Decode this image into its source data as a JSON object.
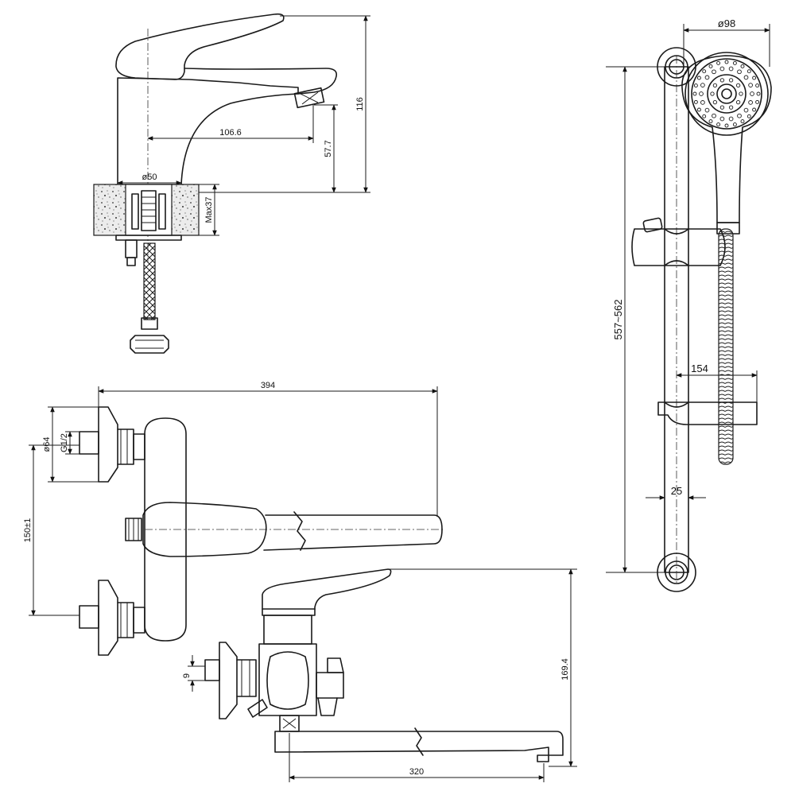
{
  "dimensions": {
    "basin_spout_reach": "106.6",
    "basin_outlet_height": "57.7",
    "basin_total_height": "116",
    "basin_base_diameter": "ø50",
    "basin_max_thickness": "Max37",
    "bath_spout_length": "394",
    "bath_inlet_diameter": "ø64",
    "bath_inlet_thread": "G1/2",
    "bath_inlet_spacing": "150±1",
    "bath_small_dim": "9",
    "bath_height": "169.4",
    "bath_spout_reach": "320",
    "shower_head_diameter": "ø98",
    "shower_rail_length": "557~562",
    "shower_shelf_depth": "154",
    "shower_rail_diameter": "25"
  }
}
